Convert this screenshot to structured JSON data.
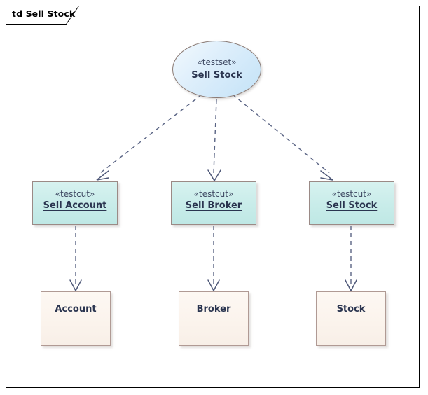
{
  "frame": {
    "label": "td Sell Stock",
    "border_color": "#000000"
  },
  "palette": {
    "testset_fill_light": "#f2f9fe",
    "testset_fill_dark": "#c3e2f7",
    "testcut_fill": "#c8ece9",
    "class_fill": "#fbf3ec",
    "node_border": "#9b8a86",
    "connector_color": "#5a6484",
    "text_color": "#2b3550"
  },
  "nodes": {
    "root": {
      "stereotype": "«testset»",
      "name": "Sell Stock",
      "shape": "ellipse"
    },
    "testcuts": [
      {
        "stereotype": "«testcut»",
        "name": "Sell Account",
        "shape": "rectangle"
      },
      {
        "stereotype": "«testcut»",
        "name": "Sell Broker",
        "shape": "rectangle"
      },
      {
        "stereotype": "«testcut»",
        "name": "Sell Stock",
        "shape": "rectangle"
      }
    ],
    "classes": [
      {
        "name": "Account",
        "shape": "rectangle"
      },
      {
        "name": "Broker",
        "shape": "rectangle"
      },
      {
        "name": "Stock",
        "shape": "rectangle"
      }
    ]
  },
  "connectors": [
    {
      "from": "Sell Stock",
      "to": "Sell Account",
      "style": "dashed",
      "arrow": "open"
    },
    {
      "from": "Sell Stock",
      "to": "Sell Broker",
      "style": "dashed",
      "arrow": "open"
    },
    {
      "from": "Sell Stock",
      "to": "Sell Stock",
      "style": "dashed",
      "arrow": "open"
    },
    {
      "from": "Sell Account",
      "to": "Account",
      "style": "dashed",
      "arrow": "open"
    },
    {
      "from": "Sell Broker",
      "to": "Broker",
      "style": "dashed",
      "arrow": "open"
    },
    {
      "from": "Sell Stock",
      "to": "Stock",
      "style": "dashed",
      "arrow": "open"
    }
  ]
}
